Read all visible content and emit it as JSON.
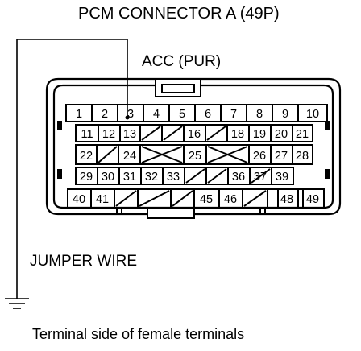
{
  "connector": {
    "title": "PCM CONNECTOR A (49P)",
    "acc_label": "ACC (PUR)",
    "jumper_label": "JUMPER WIRE",
    "caption": "Terminal side of female terminals"
  },
  "terminals": {
    "row1": [
      "1",
      "2",
      "3",
      "4",
      "5",
      "6",
      "7",
      "8",
      "9",
      "10"
    ],
    "row2": [
      "11",
      "12",
      "13",
      "16",
      "18",
      "19",
      "20",
      "21"
    ],
    "row3": [
      "22",
      "24",
      "25",
      "26",
      "27",
      "28"
    ],
    "row4": [
      "29",
      "30",
      "31",
      "32",
      "33",
      "36",
      "37",
      "39"
    ],
    "row5": [
      "40",
      "41",
      "45",
      "46",
      "48",
      "49"
    ]
  },
  "colors": {
    "line": "#000000",
    "background": "#ffffff"
  },
  "icons": [
    "ground-symbol-icon"
  ]
}
